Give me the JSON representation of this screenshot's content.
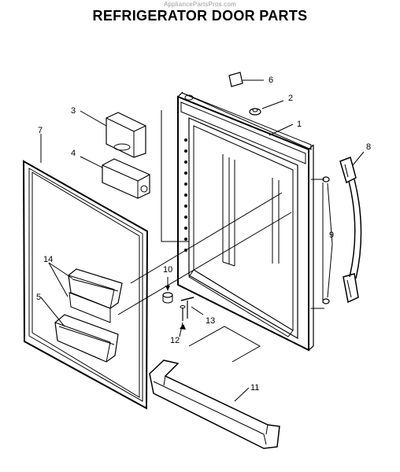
{
  "watermark": "AppliancePartsPros.com",
  "title": "REFRIGERATOR DOOR PARTS",
  "callouts": {
    "c1": "1",
    "c2": "2",
    "c3": "3",
    "c4": "4",
    "c5": "5",
    "c6": "6",
    "c7": "7",
    "c8": "8",
    "c9": "9",
    "c10": "10",
    "c11": "11",
    "c12": "12",
    "c13": "13",
    "c14": "14"
  }
}
